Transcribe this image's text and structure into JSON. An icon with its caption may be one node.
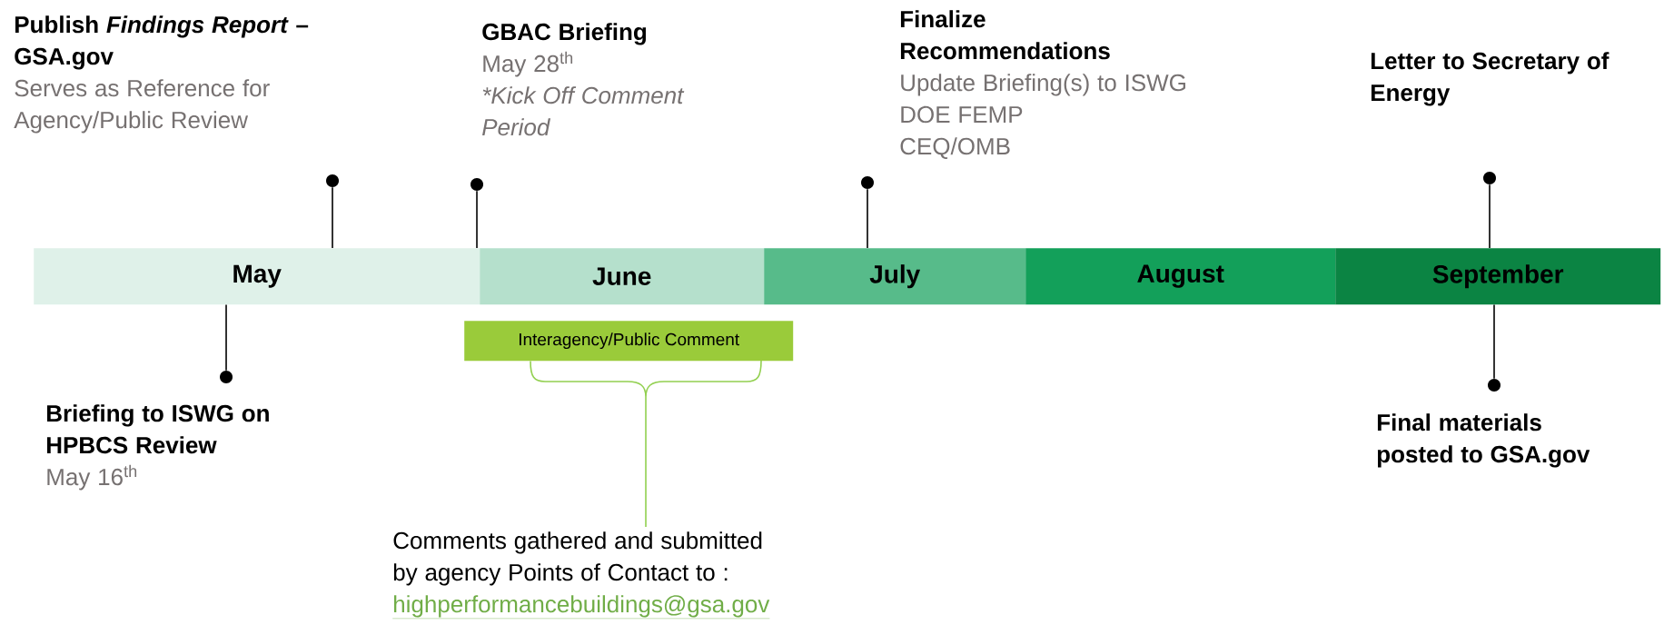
{
  "diagram": {
    "nodes": [
      {
        "text": [
          "May"
        ]
      },
      {
        "text": [
          "June"
        ]
      },
      {
        "text": [
          "July"
        ]
      },
      {
        "text": [
          "August"
        ]
      },
      {
        "text": [
          "September"
        ]
      },
      {
        "text": [
          "Interagency/Public Comment"
        ]
      },
      {
        "text": [
          "Publish *Findings Report* – GSA.gov",
          "Serves as Reference for Agency/Public Review"
        ]
      },
      {
        "text": [
          "GBAC Briefing",
          "May 28$^{th}$",
          "*Kick Off Comment Period"
        ]
      },
      {
        "text": [
          "Briefing to ISWG on HPBCS Review",
          "May 16$^{th}$"
        ]
      },
      {
        "text": [
          "Finalize Recommendations",
          "Update Briefing(s) to ISWG",
          "DOE FEMP",
          "CEQ/OMB"
        ]
      },
      {
        "text": [
          "Letter to Secretary of Energy"
        ]
      },
      {
        "text": [
          "Final materials posted to GSA.gov"
        ]
      },
      {
        "text": [
          "Comments  gathered and submitted by agency Points of Contact to :",
          "highperformancebuildings@gsa.gov"
        ]
      },
      {
        "text": [],
        "shape": "circle"
      },
      {
        "text": [],
        "shape": "circle"
      },
      {
        "text": [],
        "shape": "circle"
      },
      {
        "text": [],
        "shape": "circle"
      },
      {
        "text": [],
        "shape": "circle"
      },
      {
        "text": [],
        "shape": "circle"
      }
    ],
    "edges": [
      {
        "from": 13,
        "to": 0,
        "arrow": "none"
      },
      {
        "from": 14,
        "to": 0,
        "arrow": "none"
      },
      {
        "from": 15,
        "to": 0,
        "arrow": "none"
      },
      {
        "from": 16,
        "to": 2,
        "arrow": "none"
      },
      {
        "from": 17,
        "to": 4,
        "arrow": "none"
      },
      {
        "from": 18,
        "to": 4,
        "arrow": "none"
      },
      {
        "from": 12,
        "to": 5,
        "arrow": "none",
        "color": "#92d050"
      }
    ]
  }
}
